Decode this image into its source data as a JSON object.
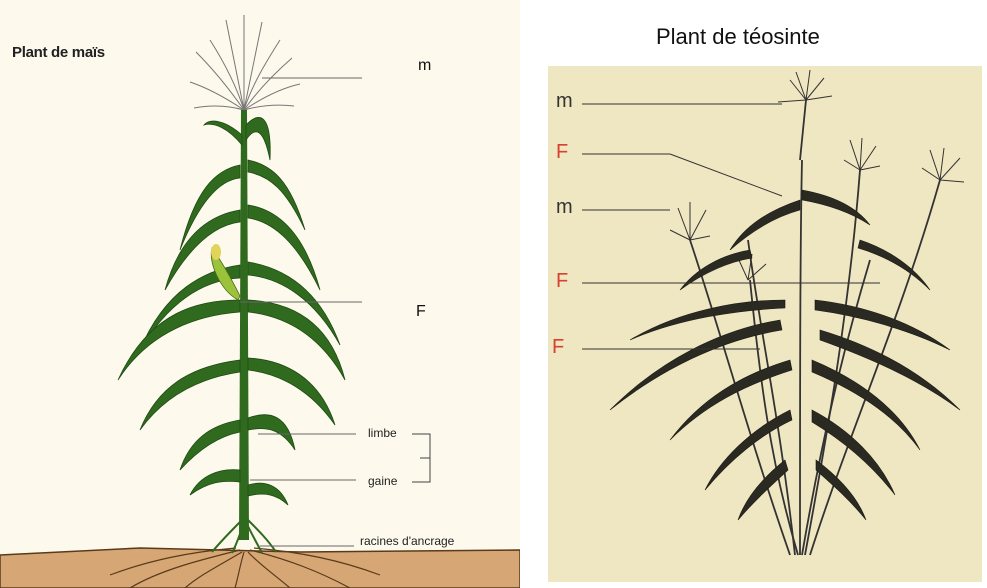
{
  "left": {
    "title": "Plant de maïs",
    "labels": {
      "m": "m",
      "F": "F",
      "limbe": "limbe",
      "gaine": "gaine",
      "racines": "racines d'ancrage"
    }
  },
  "right": {
    "title": "Plant de téosinte",
    "labels": [
      "m",
      "F",
      "m",
      "F",
      "F"
    ]
  },
  "colors": {
    "leaf_green": "#2f6a1e",
    "leaf_dark": "#1f4a14",
    "soil": "#d6a775",
    "paper": "#efe6c2",
    "red_label": "#d84030"
  }
}
